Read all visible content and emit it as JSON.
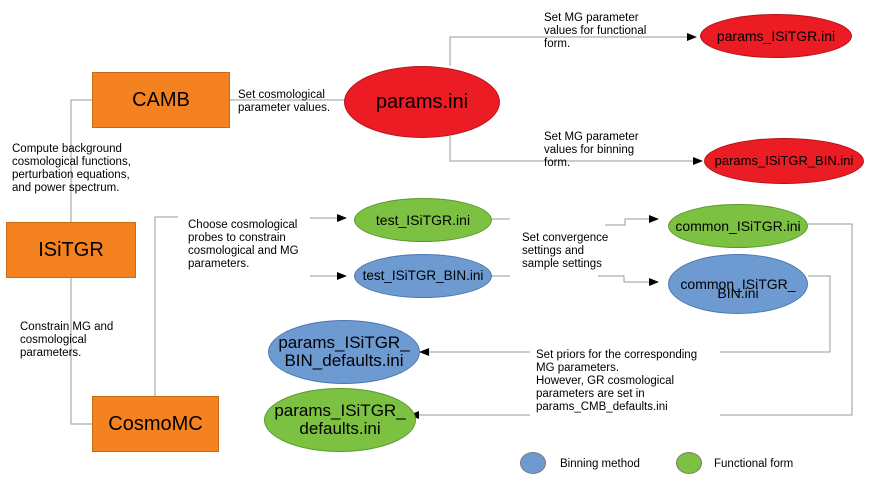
{
  "boxes": {
    "camb": "CAMB",
    "isitgr": "ISiTGR",
    "cosmomc": "CosmoMC"
  },
  "nodes": {
    "params_ini": "params.ini",
    "params_isitgr": "params_ISiTGR.ini",
    "params_isitgr_bin": "params_ISiTGR_BIN.ini",
    "test_isitgr": "test_ISiTGR.ini",
    "test_isitgr_bin": "test_ISiTGR_BIN.ini",
    "common_isitgr": "common_ISiTGR.ini",
    "common_isitgr_bin_1": "common_ISiTGR_",
    "common_isitgr_bin_2": "BIN.ini",
    "params_bin_defaults_1": "params_ISiTGR_",
    "params_bin_defaults_2": "BIN_defaults.ini",
    "params_defaults_1": "params_ISiTGR_",
    "params_defaults_2": "defaults.ini"
  },
  "notes": {
    "camb_params": [
      "Set cosmological",
      "parameter values."
    ],
    "functional": [
      "Set MG parameter",
      "values for functional",
      "form."
    ],
    "binning": [
      "Set MG parameter",
      "values for binning",
      "form."
    ],
    "compute": [
      "Compute background",
      "cosmological functions,",
      "perturbation equations,",
      "and power spectrum."
    ],
    "probes": [
      "Choose cosmological",
      "probes to constrain",
      "cosmological and MG",
      "parameters."
    ],
    "convergence": [
      "Set convergence",
      "settings and",
      "sample settings"
    ],
    "constrain": [
      "Constrain MG and",
      "cosmological",
      "parameters."
    ],
    "priors": [
      "Set priors for the corresponding",
      "MG parameters.",
      "However, GR cosmological",
      "parameters are set in",
      "params_CMB_defaults.ini"
    ]
  },
  "legend": {
    "binning": "Binning method",
    "functional": "Functional form"
  },
  "colors": {
    "box": "#f58220",
    "red_node": "#ec1c24",
    "green_node": "#7cc142",
    "blue_node": "#6d9bd1"
  }
}
